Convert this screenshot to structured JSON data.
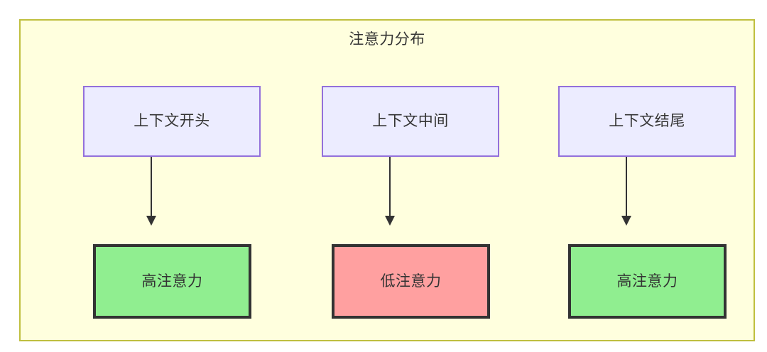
{
  "diagram": {
    "title": "注意力分布",
    "container": {
      "fill": "#ffffde",
      "stroke": "#bfbf3f"
    },
    "colors": {
      "context_fill": "#ececff",
      "context_stroke": "#9370db",
      "high_fill": "#90ee90",
      "low_fill": "#ffa0a0",
      "node_stroke": "#333333",
      "text": "#333333",
      "edge": "#333333"
    },
    "nodes": {
      "context": [
        {
          "id": "ctx-start",
          "label": "上下文开头"
        },
        {
          "id": "ctx-middle",
          "label": "上下文中间"
        },
        {
          "id": "ctx-end",
          "label": "上下文结尾"
        }
      ],
      "outcome": [
        {
          "id": "out-start",
          "label": "高注意力",
          "level": "high"
        },
        {
          "id": "out-middle",
          "label": "低注意力",
          "level": "low"
        },
        {
          "id": "out-end",
          "label": "高注意力",
          "level": "high"
        }
      ]
    },
    "edges": [
      {
        "from": "ctx-start",
        "to": "out-start",
        "label": ""
      },
      {
        "from": "ctx-middle",
        "to": "out-middle",
        "label": ""
      },
      {
        "from": "ctx-end",
        "to": "out-end",
        "label": ""
      }
    ]
  }
}
